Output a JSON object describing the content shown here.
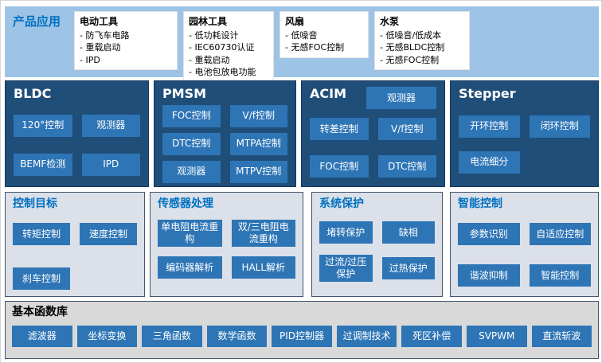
{
  "palette": {
    "top_band_bg": "#9DC3E6",
    "accent_blue_text": "#0070C0",
    "dark_panel_bg": "#1F4E79",
    "button_bg": "#2E75B6",
    "light_section_bg": "#DBE0E9",
    "bottom_band_bg": "#D9D9D9"
  },
  "top": {
    "label": "产品应用",
    "cards": [
      {
        "title": "电动工具",
        "items": [
          "- 防飞车电路",
          "- 重载启动",
          "- IPD"
        ]
      },
      {
        "title": "园林工具",
        "items": [
          "- 低功耗设计",
          "- IEC60730认证",
          "- 重载启动",
          "- 电池包放电功能"
        ]
      },
      {
        "title": "风扇",
        "items": [
          "- 低噪音",
          "- 无感FOC控制"
        ]
      },
      {
        "title": "水泵",
        "items": [
          "- 低噪音/低成本",
          "- 无感BLDC控制",
          "- 无感FOC控制"
        ]
      }
    ]
  },
  "panels": [
    {
      "title": "BLDC",
      "buttons": [
        "120°控制",
        "观测器",
        "BEMF检测",
        "IPD"
      ]
    },
    {
      "title": "PMSM",
      "buttons": [
        "FOC控制",
        "V/f控制",
        "DTC控制",
        "MTPA控制",
        "观测器",
        "MTPV控制"
      ]
    },
    {
      "title": "ACIM",
      "top_button": "观测器",
      "buttons": [
        "转差控制",
        "V/f控制",
        "FOC控制",
        "DTC控制"
      ]
    },
    {
      "title": "Stepper",
      "buttons": [
        "开环控制",
        "闭环控制",
        "电流细分"
      ]
    }
  ],
  "sections": [
    {
      "title": "控制目标",
      "buttons": [
        "转矩控制",
        "速度控制",
        "刹车控制"
      ]
    },
    {
      "title": "传感器处理",
      "buttons": [
        "单电阻电流重构",
        "双/三电阻电流重构",
        "编码器解析",
        "HALL解析"
      ]
    },
    {
      "title": "系统保护",
      "buttons": [
        "堵转保护",
        "缺相",
        "过流/过压保护",
        "过热保护"
      ]
    },
    {
      "title": "智能控制",
      "buttons": [
        "参数识别",
        "自适应控制",
        "谐波抑制",
        "智能控制"
      ]
    }
  ],
  "library": {
    "title": "基本函数库",
    "buttons": [
      "滤波器",
      "坐标变换",
      "三角函数",
      "数学函数",
      "PID控制器",
      "过调制技术",
      "死区补偿",
      "SVPWM",
      "直流斩波"
    ]
  }
}
